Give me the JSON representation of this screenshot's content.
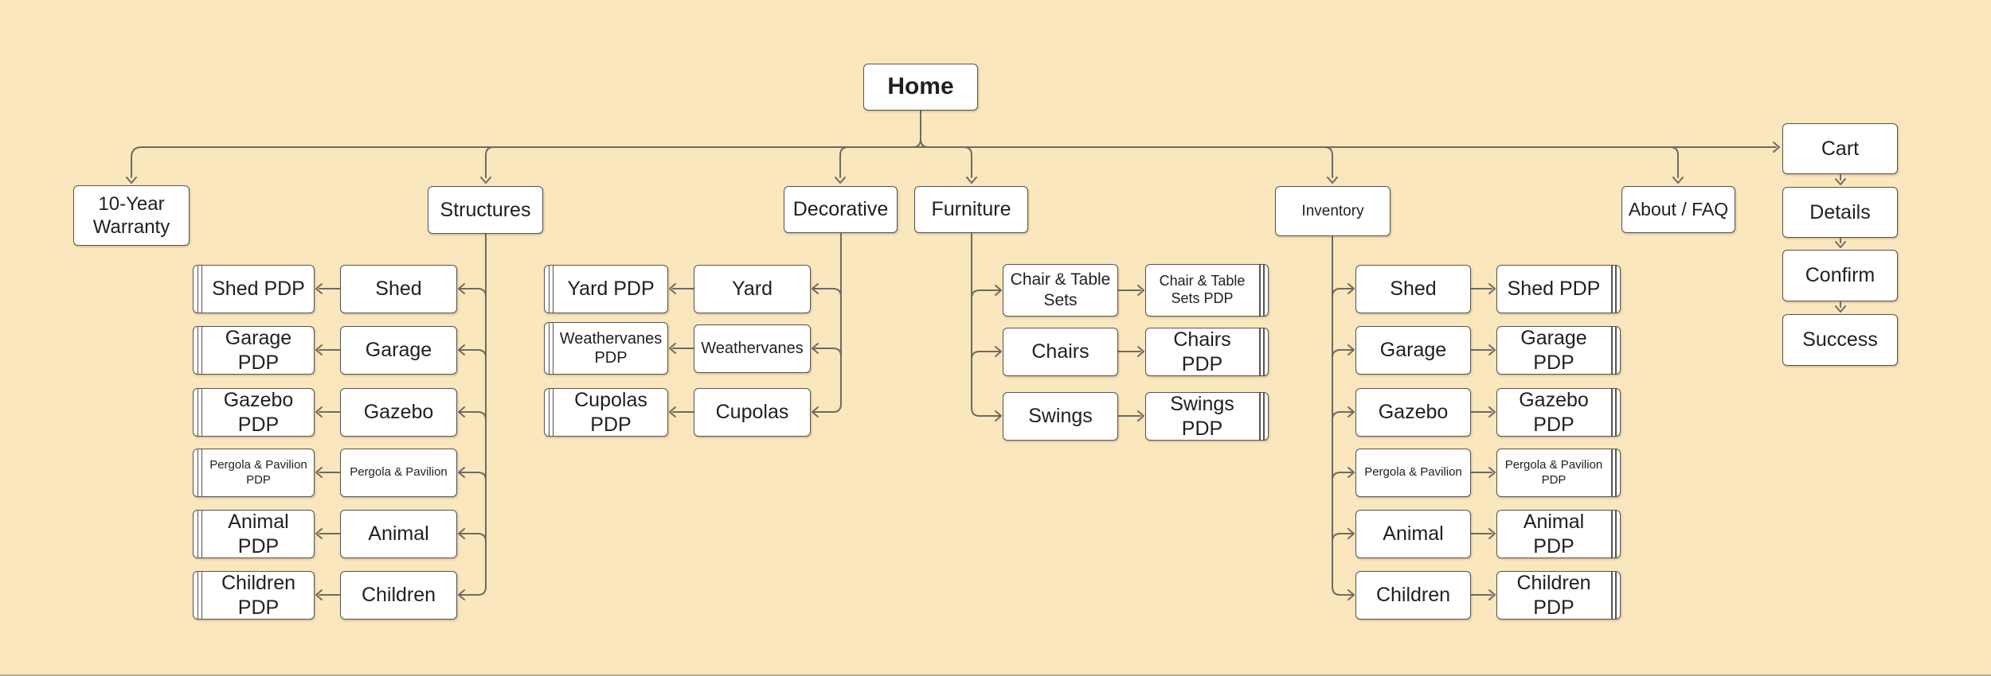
{
  "home": {
    "label": "Home"
  },
  "warranty": {
    "label": "10-Year Warranty"
  },
  "about": {
    "label": "About / FAQ"
  },
  "checkout": [
    "Cart",
    "Details",
    "Confirm",
    "Success"
  ],
  "sections": {
    "structures": {
      "label": "Structures",
      "rows": [
        {
          "page": "Shed",
          "pdp": "Shed PDP"
        },
        {
          "page": "Garage",
          "pdp": "Garage PDP"
        },
        {
          "page": "Gazebo",
          "pdp": "Gazebo PDP"
        },
        {
          "page": "Pergola & Pavilion",
          "pdp": "Pergola & Pavilion PDP"
        },
        {
          "page": "Animal",
          "pdp": "Animal PDP"
        },
        {
          "page": "Children",
          "pdp": "Children PDP"
        }
      ]
    },
    "decorative": {
      "label": "Decorative",
      "rows": [
        {
          "page": "Yard",
          "pdp": "Yard PDP"
        },
        {
          "page": "Weathervanes",
          "pdp": "Weathervanes PDP"
        },
        {
          "page": "Cupolas",
          "pdp": "Cupolas PDP"
        }
      ]
    },
    "furniture": {
      "label": "Furniture",
      "rows": [
        {
          "page": "Chair & Table Sets",
          "pdp": "Chair & Table Sets PDP"
        },
        {
          "page": "Chairs",
          "pdp": "Chairs PDP"
        },
        {
          "page": "Swings",
          "pdp": "Swings PDP"
        }
      ]
    },
    "inventory": {
      "label": "Inventory",
      "rows": [
        {
          "page": "Shed",
          "pdp": "Shed PDP"
        },
        {
          "page": "Garage",
          "pdp": "Garage PDP"
        },
        {
          "page": "Gazebo",
          "pdp": "Gazebo PDP"
        },
        {
          "page": "Pergola & Pavilion",
          "pdp": "Pergola & Pavilion PDP"
        },
        {
          "page": "Animal",
          "pdp": "Animal PDP"
        },
        {
          "page": "Children",
          "pdp": "Children PDP"
        }
      ]
    }
  },
  "colors": {
    "background": "#FAE7BE",
    "node_fill": "#FFFFFF",
    "node_border": "#57544E",
    "connector": "#6F6B60",
    "text": "#1F1F24"
  }
}
